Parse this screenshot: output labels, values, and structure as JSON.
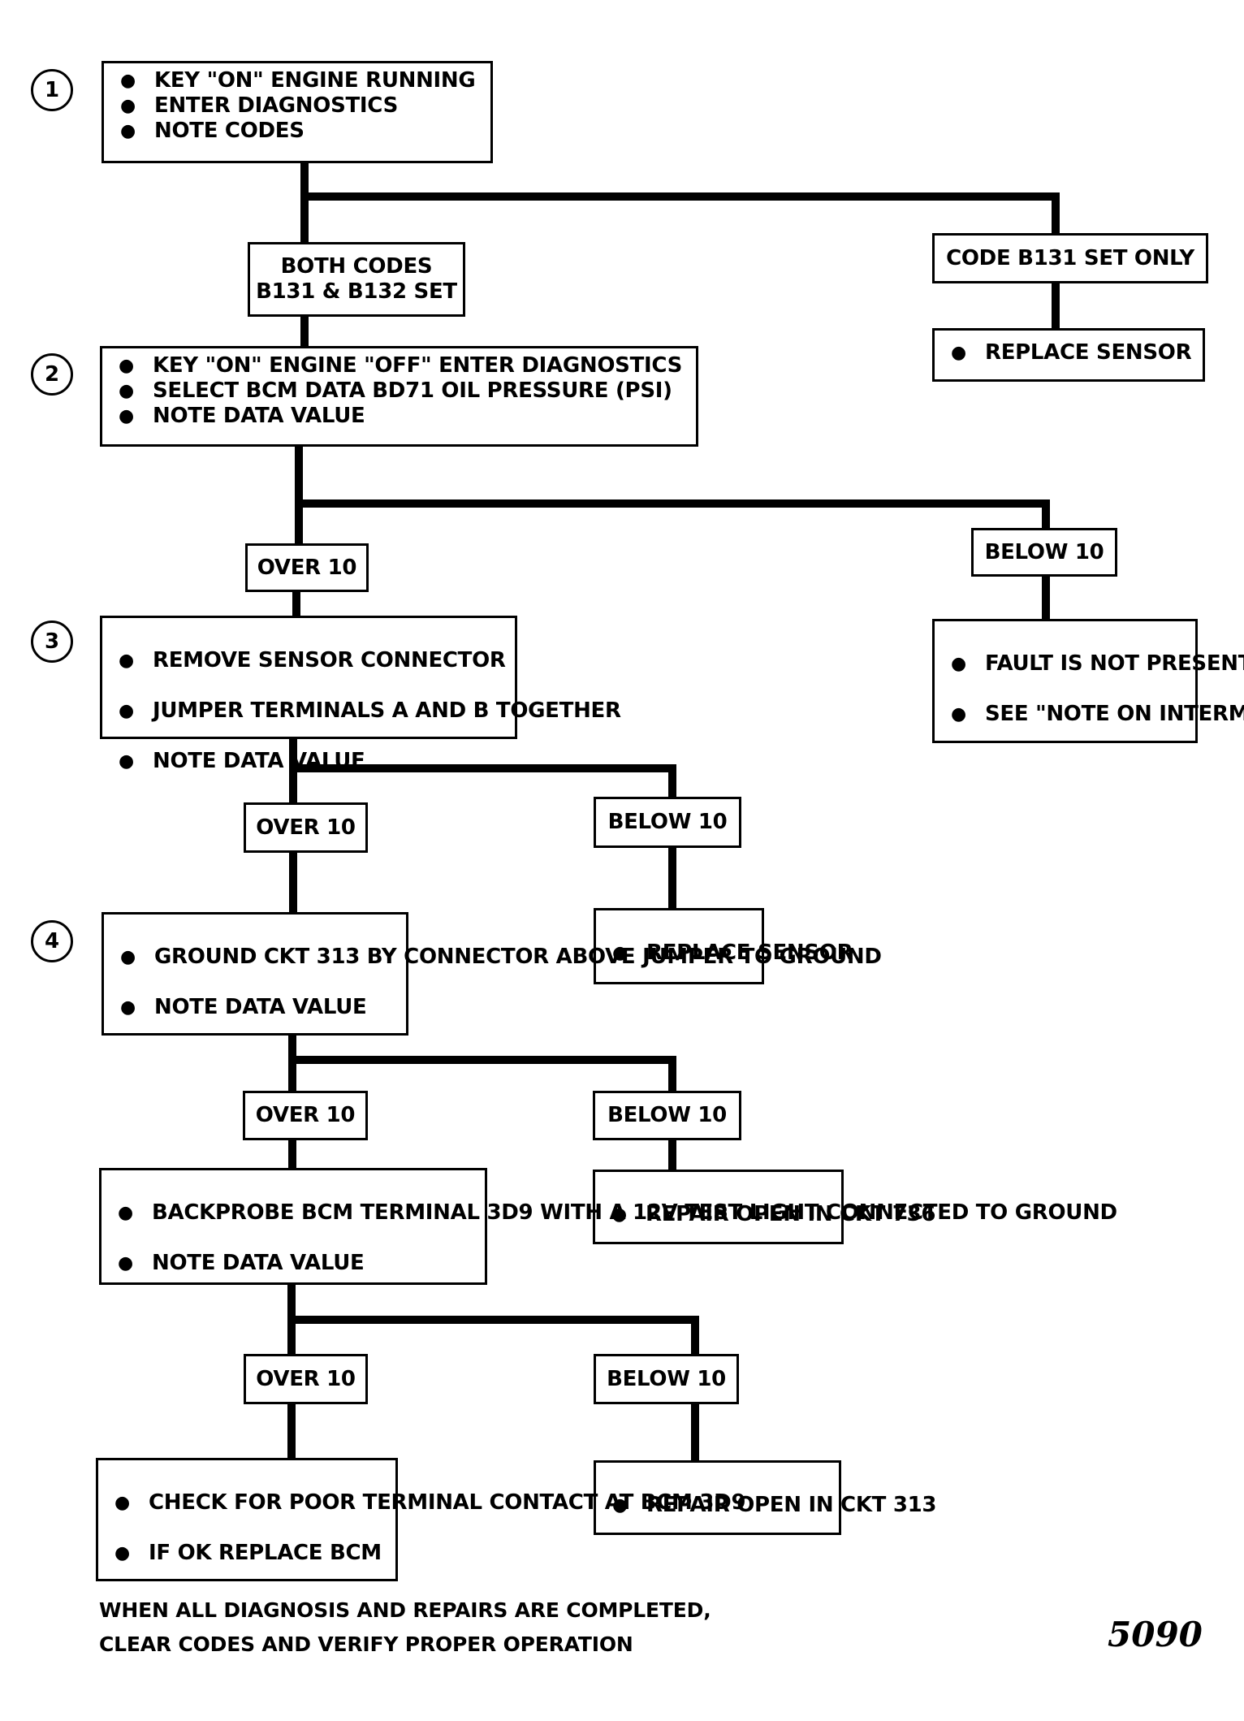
{
  "steps": [
    {
      "number": "1",
      "lines": [
        "KEY \"ON\" ENGINE RUNNING",
        "ENTER DIAGNOSTICS",
        "NOTE CODES"
      ]
    },
    {
      "number": "2",
      "lines": [
        "KEY \"ON\" ENGINE \"OFF\" ENTER DIAGNOSTICS",
        "SELECT BCM DATA BD71 OIL PRESSURE (PSI)",
        "NOTE DATA VALUE"
      ]
    },
    {
      "number": "3",
      "lines": [
        "REMOVE SENSOR CONNECTOR",
        "JUMPER TERMINALS A\nAND B TOGETHER",
        "NOTE DATA VALUE"
      ]
    },
    {
      "number": "4",
      "lines": [
        "GROUND CKT 313 BY\nCONNECTOR ABOVE\nJUMPER TO GROUND",
        "NOTE DATA VALUE"
      ]
    },
    {
      "number": "",
      "lines": [
        "BACKPROBE BCM TERMINAL\n3D9 WITH A 12V TEST LIGHT\nCONNECTED TO GROUND",
        "NOTE DATA VALUE"
      ]
    }
  ],
  "branches": {
    "both_codes": "BOTH CODES\nB131 & B132 SET",
    "code_b131_only": "CODE B131 SET ONLY",
    "over_10": "OVER 10",
    "below_10": "BELOW 10"
  },
  "outcomes": {
    "replace_sensor_1": [
      "REPLACE  SENSOR"
    ],
    "fault_not_present": [
      "FAULT IS NOT\nPRESENT",
      "SEE \"NOTE ON\nINTERMITTENTS\""
    ],
    "replace_sensor_2": [
      "REPLACE\nSENSOR"
    ],
    "repair_ckt_736": [
      "REPAIR OPEN IN\nCKT 736"
    ],
    "repair_ckt_313": [
      "REPAIR OPEN IN\nCKT 313"
    ],
    "check_terminal": [
      "CHECK FOR POOR\nTERMINAL CONTACT\nAT BCM 3D9",
      "IF OK REPLACE BCM"
    ]
  },
  "bullet_glyph": "●",
  "footer": {
    "line1": "WHEN ALL DIAGNOSIS AND REPAIRS ARE COMPLETED,",
    "line2": "CLEAR CODES AND  VERIFY  PROPER OPERATION"
  },
  "figure_number": "5090"
}
